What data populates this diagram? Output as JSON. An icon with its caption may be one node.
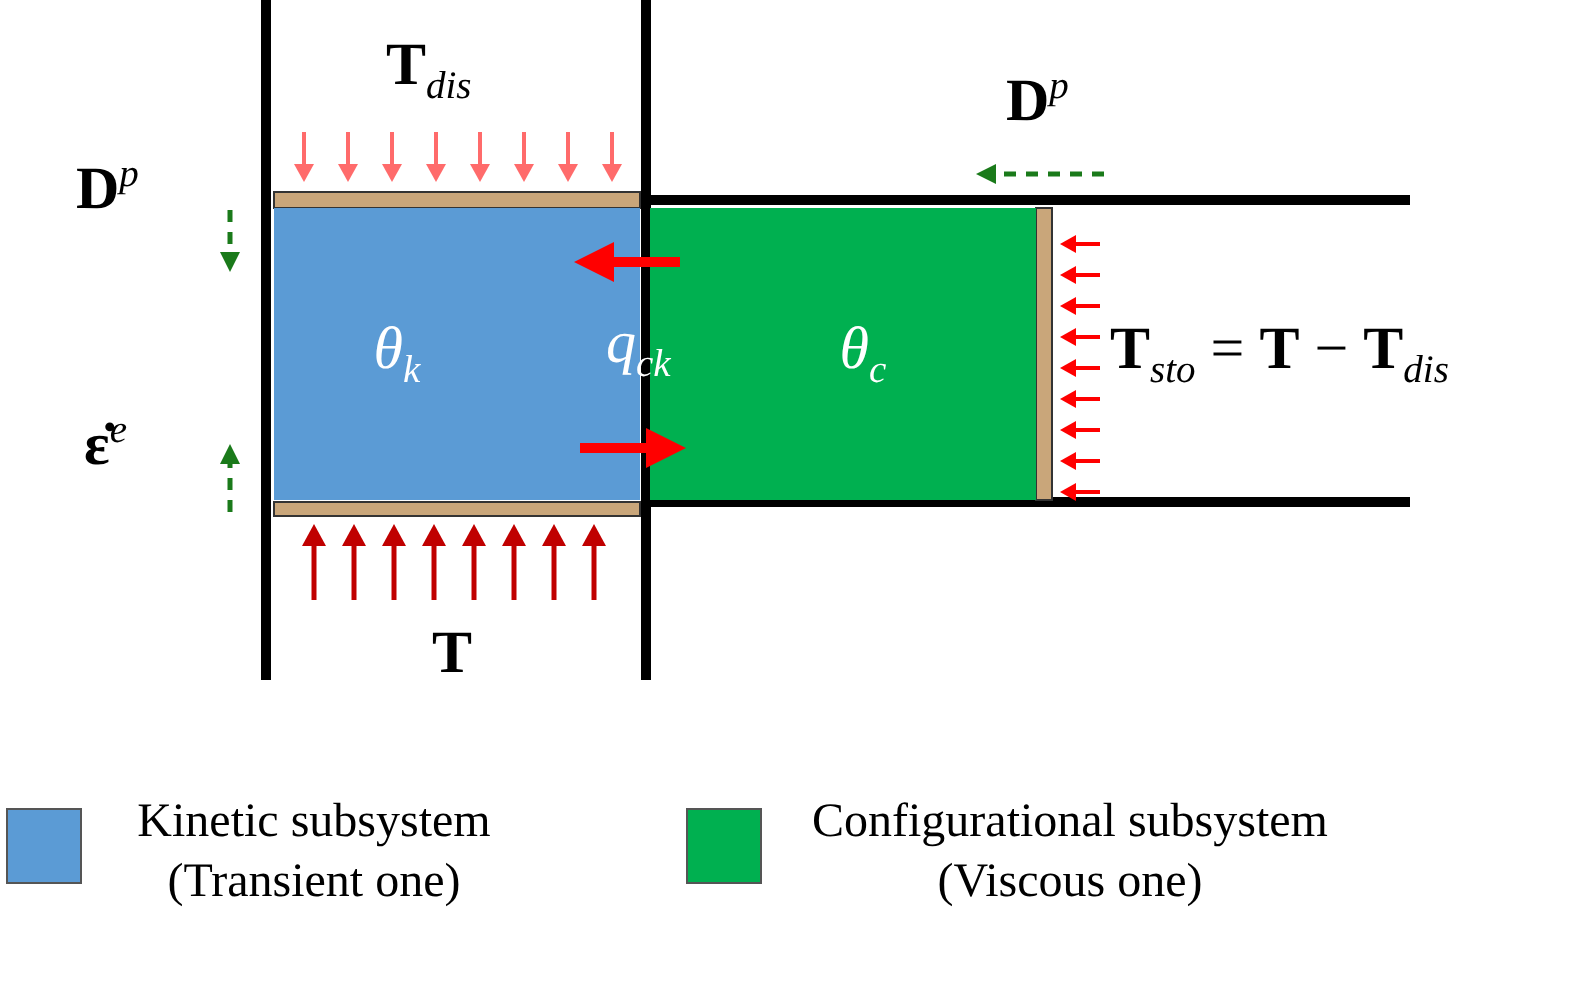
{
  "diagram": {
    "nodes": [
      {
        "text": [
          "*θ*$_{k}$"
        ]
      },
      {
        "text": [
          "*θ*$_{c}$"
        ]
      }
    ],
    "edges": [
      {
        "from": 1,
        "to": 0,
        "arrow": "to"
      },
      {
        "from": 0,
        "to": 1,
        "arrow": "to"
      }
    ],
    "labels": [
      "**T**$_{dis}$",
      "**D**$^{p}$",
      "**ε̇**$^{e}$",
      "**T**",
      "**D**$^{p}$",
      "*q*$_{ck}$",
      "**T**$_{sto}$ = **T** − **T**$_{dis}$"
    ],
    "legend": [
      {
        "text": "Kinetic subsystem (Transient one)",
        "color": "#5b9bd5"
      },
      {
        "text": "Configurational subsystem (Viscous one)",
        "color": "#00b050"
      }
    ]
  }
}
